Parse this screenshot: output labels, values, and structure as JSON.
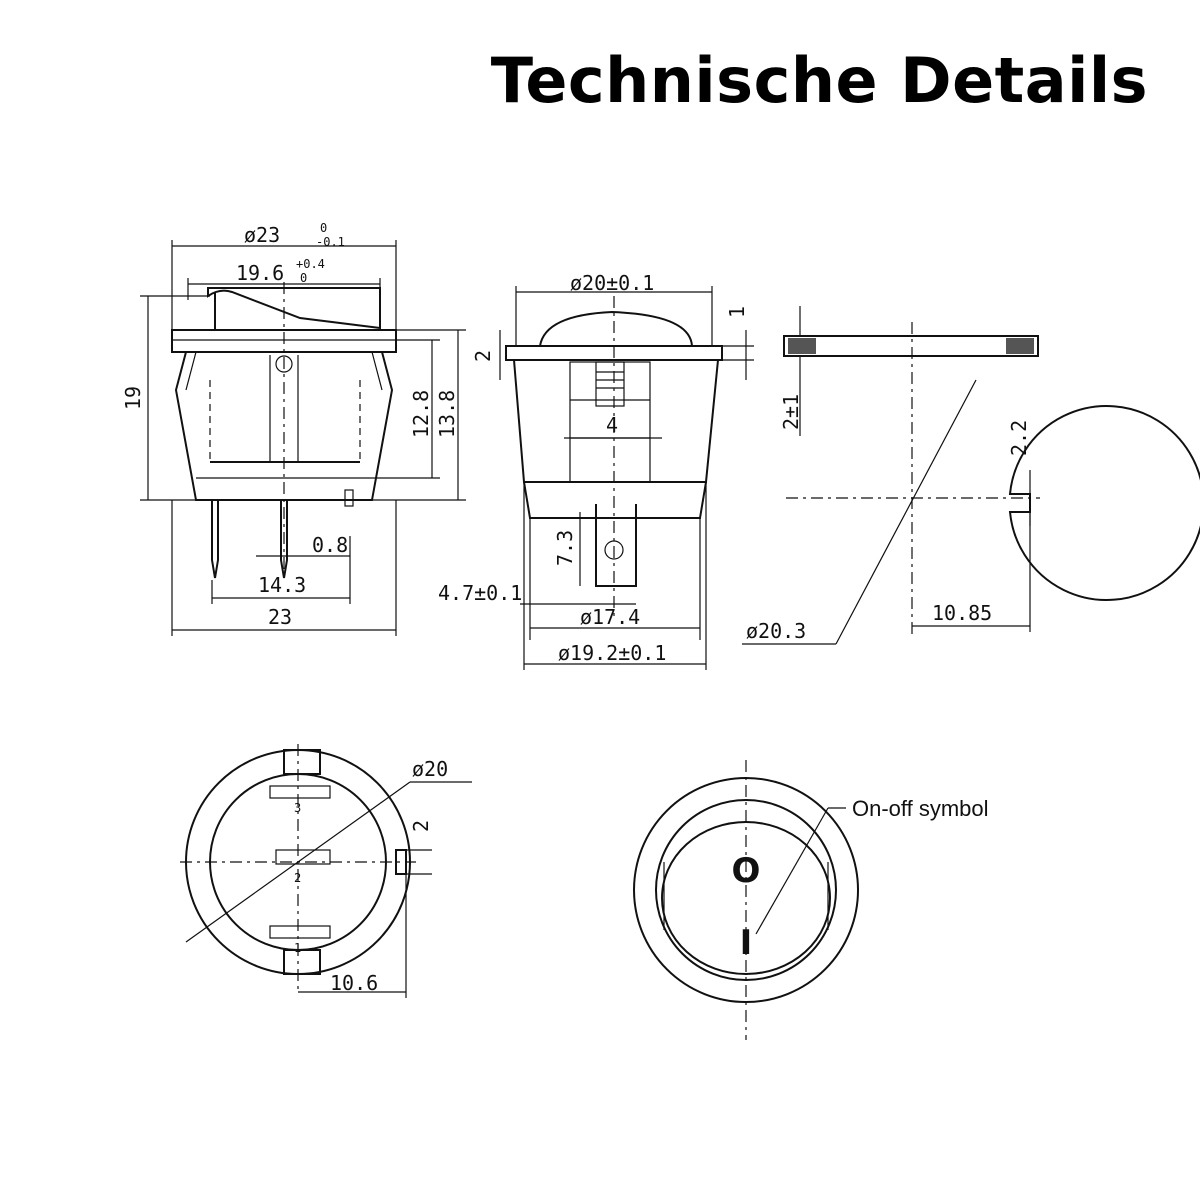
{
  "title": "Technische Details",
  "front_view": {
    "dia_outer": "ø23",
    "dia_outer_tol_upper": "0",
    "dia_outer_tol_lower": "-0.1",
    "width_top": "19.6",
    "width_top_tol_upper": "+0.4",
    "width_top_tol_lower": "0",
    "height_total": "19",
    "height_body": "12.8",
    "height_body2": "13.8",
    "pin_width": "0.8",
    "pin_spacing": "14.3",
    "base_width": "23"
  },
  "side_view": {
    "dia_top": "ø20±0.1",
    "flange_thickness": "1",
    "flange_height": "2",
    "center_width": "4",
    "terminal_height": "7.3",
    "terminal_width": "4.7±0.1",
    "dia_body": "ø17.4",
    "dia_bottom": "ø19.2±0.1"
  },
  "panel_cutout": {
    "panel_thickness": "2±1",
    "notch_width": "2.2",
    "cutout_dia": "ø20.3",
    "notch_offset": "10.85"
  },
  "bottom_view": {
    "dia": "ø20",
    "tab_width": "2",
    "offset": "10.6",
    "terminal_labels": [
      "3",
      "2",
      "1"
    ]
  },
  "top_view": {
    "symbol_callout": "On-off symbol",
    "off_glyph": "O",
    "on_glyph": "I"
  }
}
